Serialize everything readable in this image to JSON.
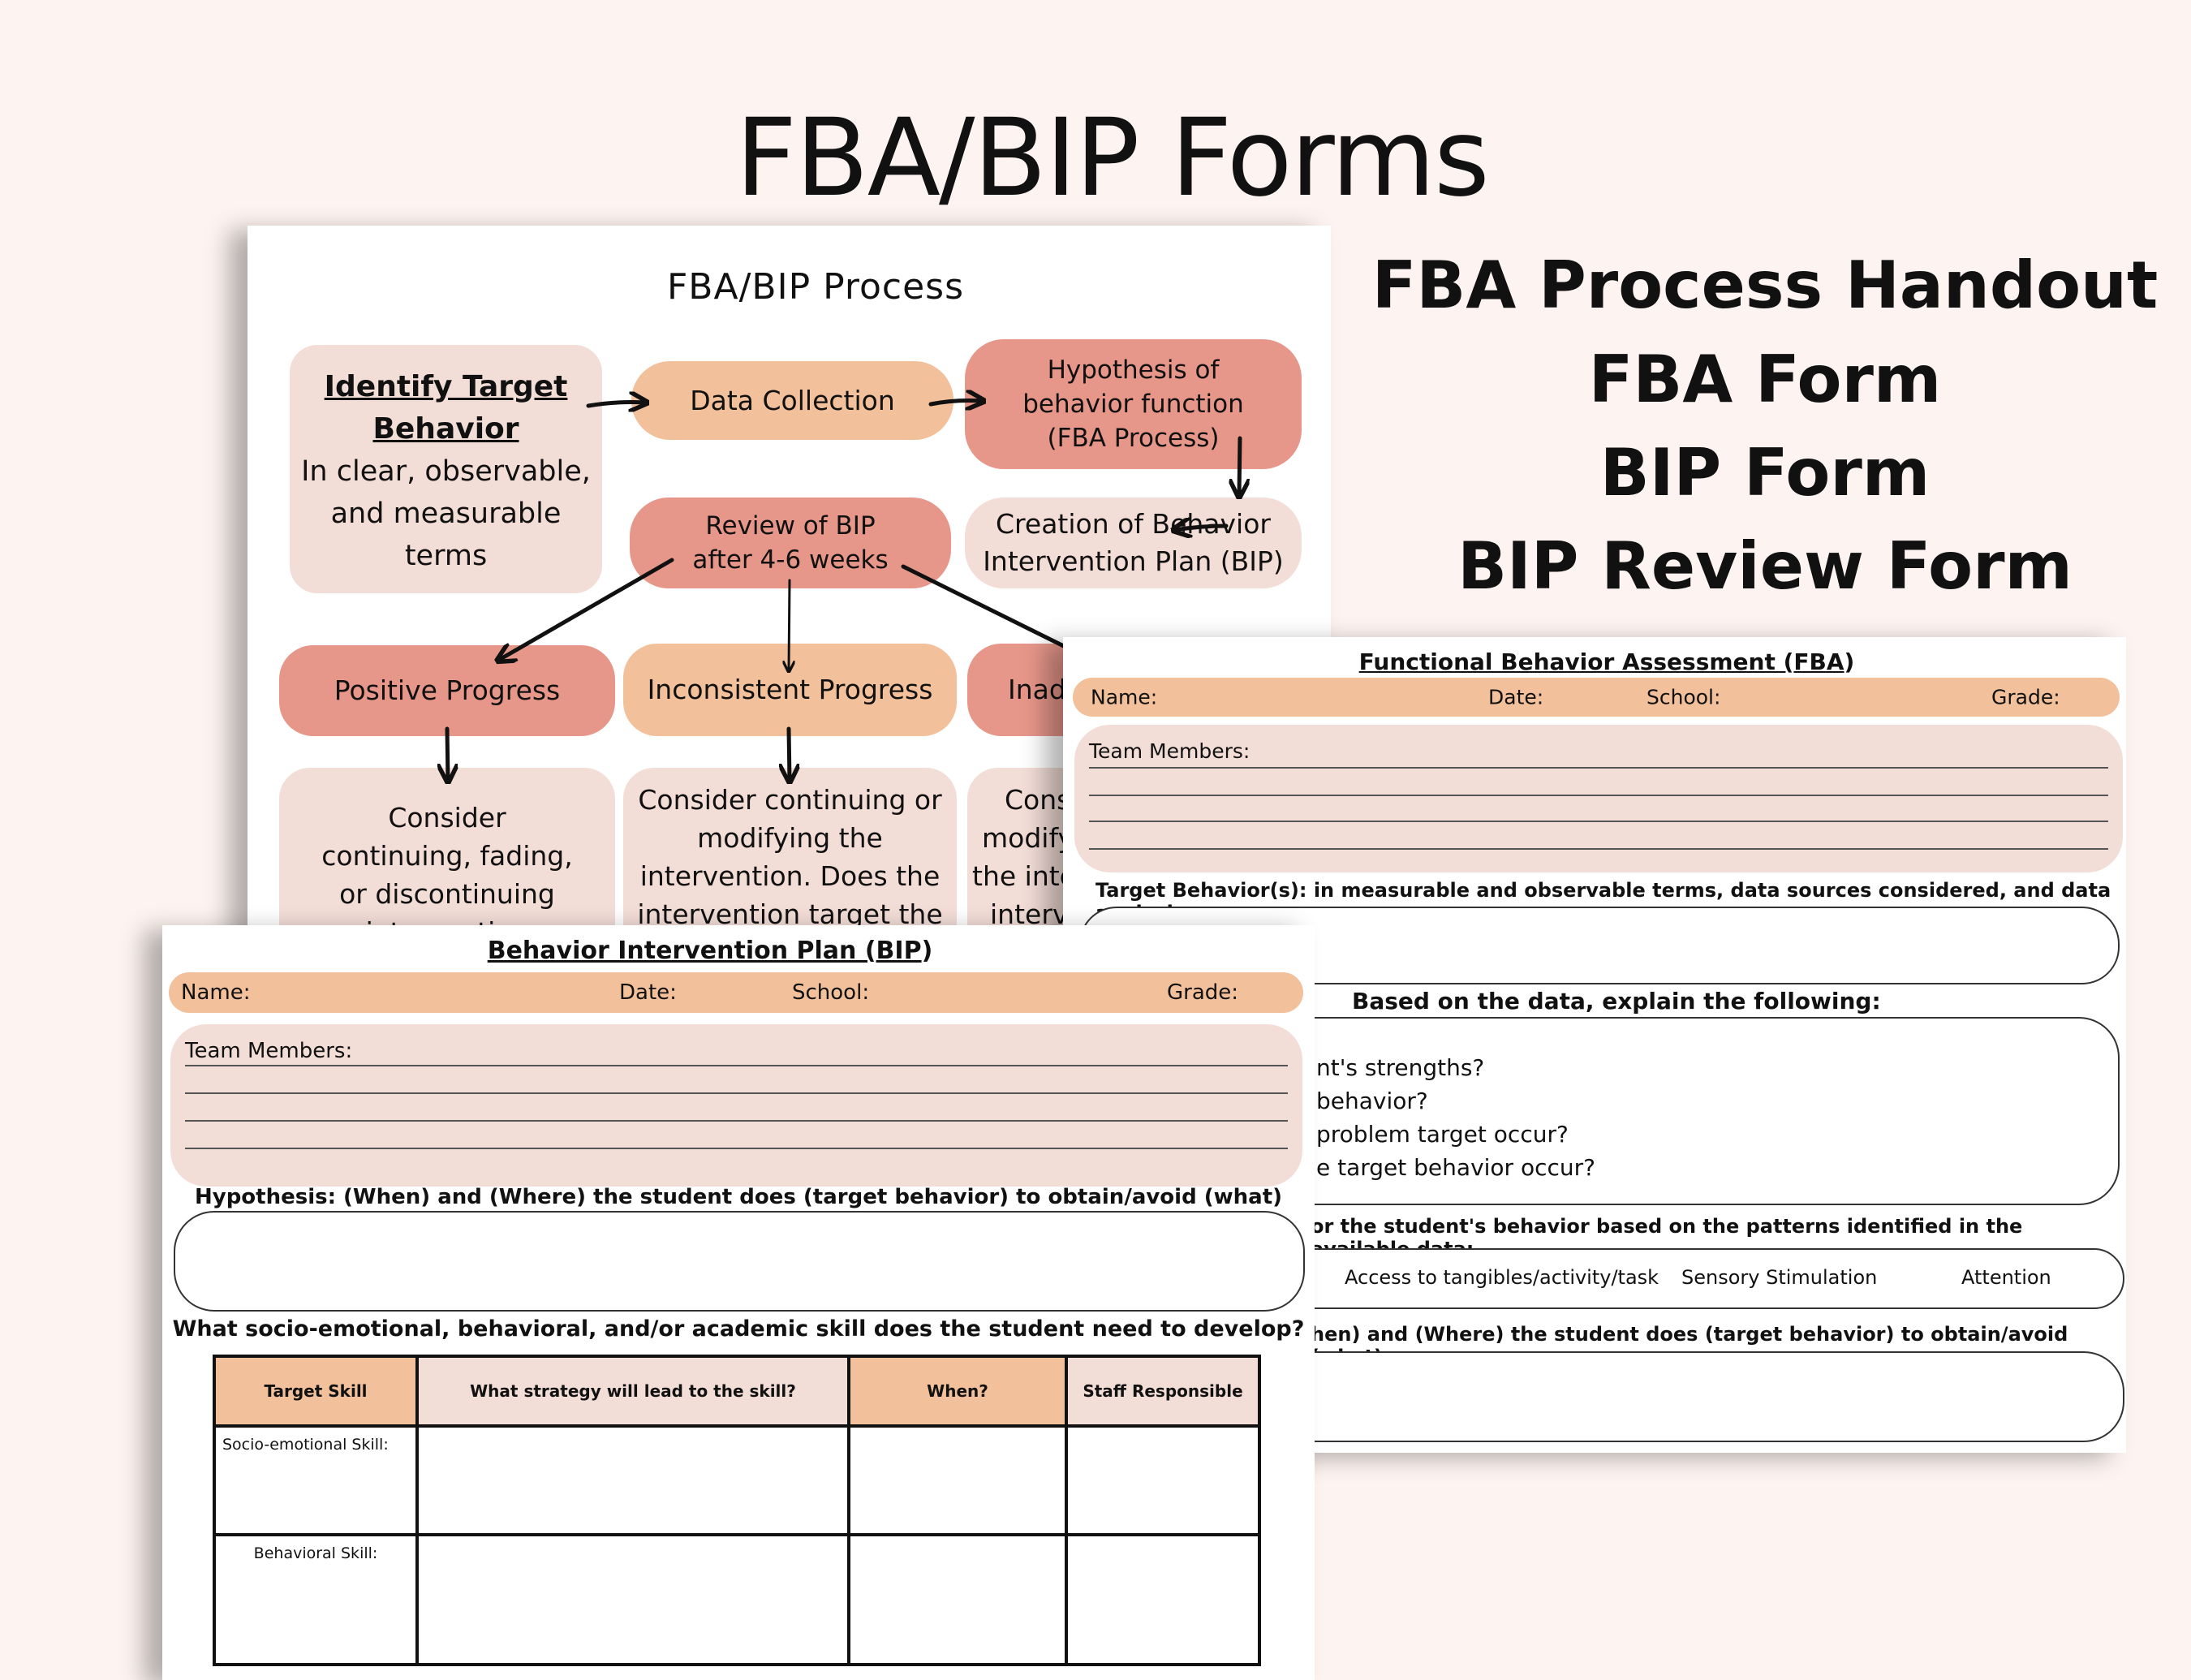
{
  "title": "FBA/BIP Forms",
  "contents": [
    "FBA Process Handout",
    "FBA Form",
    "BIP Form",
    "BIP Review Form"
  ],
  "process": {
    "title": "FBA/BIP Process",
    "identify_l1": "Identify Target",
    "identify_l2": "Behavior",
    "identify_desc": [
      "In clear, observable,",
      "and measurable",
      "terms"
    ],
    "data_collection": "Data Collection",
    "hypothesis": [
      "Hypothesis of",
      "behavior function",
      "(FBA Process)"
    ],
    "creation": [
      "Creation of Behavior",
      "Intervention Plan (BIP)"
    ],
    "review": [
      "Review of BIP",
      "after 4-6 weeks"
    ],
    "positive": "Positive Progress",
    "inconsistent": "Inconsistent Progress",
    "inadequate": "Inade",
    "positive_desc": [
      "Consider",
      "continuing, fading,",
      "or discontinuing",
      "intervention"
    ],
    "inconsistent_desc": [
      "Consider continuing or",
      "modifying the",
      "intervention. Does the",
      "intervention target the"
    ],
    "inadequate_desc": [
      "Cons",
      "modify",
      "the inte",
      "interv"
    ]
  },
  "fba": {
    "title_pre": "Functional Behavior Assessment (",
    "title_abbr": "FBA",
    "title_post": ")",
    "name": "Name:",
    "date": "Date:",
    "school": "School:",
    "grade": "Grade:",
    "team": "Team Members:",
    "target": "Target Behavior(s): in measurable and observable terms, data sources considered, and data analysis.",
    "explain": "Based on the data, explain the following:",
    "questions": [
      "nt's strengths?",
      "behavior?",
      "problem target occur?",
      "e target behavior occur?"
    ],
    "function_prompt": "or the student's behavior based on the patterns identified in the available data:",
    "functions": [
      "Access to tangibles/activity/task",
      "Sensory Stimulation",
      "Attention"
    ],
    "hyp": "hen) and (Where) the student does (target behavior) to obtain/avoid (what)"
  },
  "bip": {
    "title_pre": "Behavior Intervention Plan (",
    "title_abbr": "BIP",
    "title_post": ")",
    "name": "Name:",
    "date": "Date:",
    "school": "School:",
    "grade": "Grade:",
    "team": "Team Members:",
    "hypothesis": "Hypothesis: (When) and (Where) the student does (target behavior) to obtain/avoid (what)",
    "skill_question": "What socio-emotional, behavioral, and/or academic skill does the student need to develop?",
    "headers": [
      "Target Skill",
      "What strategy will lead to the skill?",
      "When?",
      "Staff Responsible"
    ],
    "rows": [
      "Socio-emotional Skill:",
      "Behavioral Skill:"
    ]
  },
  "colors": {
    "background": "#fdf3f0",
    "pink": "#f3ddd7",
    "peach": "#f2c09a",
    "rose": "#e7978a"
  }
}
